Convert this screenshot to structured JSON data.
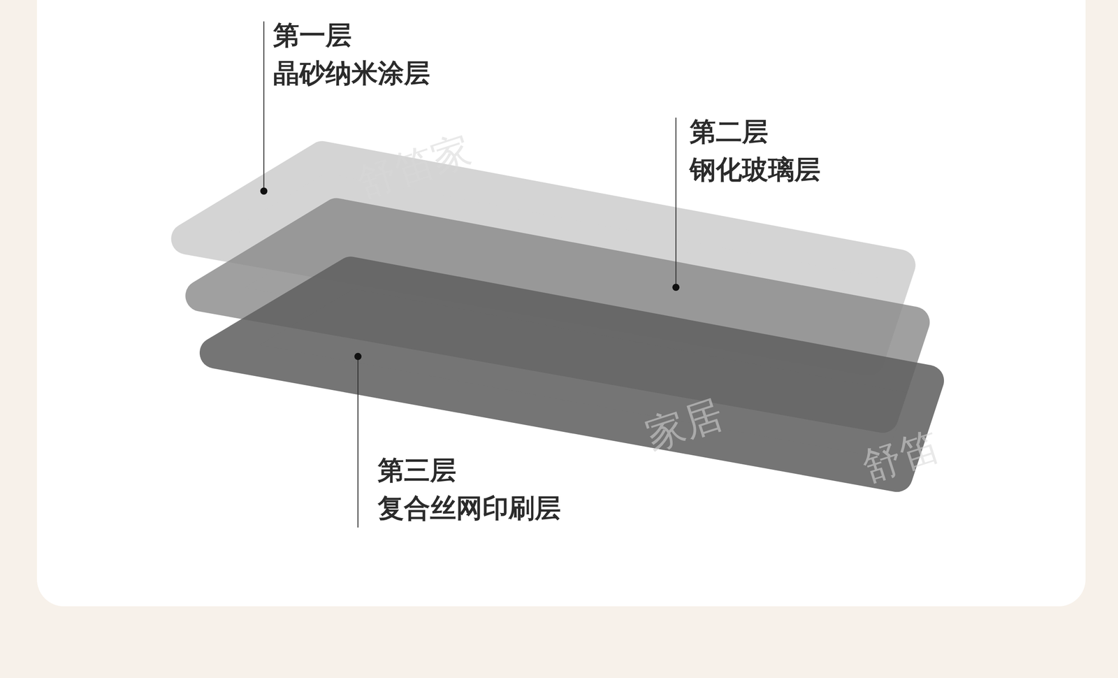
{
  "diagram": {
    "labels": [
      "第一层",
      "晶砂纳米涂层",
      "第二层",
      "钢化玻璃层",
      "第三层",
      "复合丝网印刷层",
      "舒笛家",
      "家居",
      "舒笛"
    ]
  }
}
